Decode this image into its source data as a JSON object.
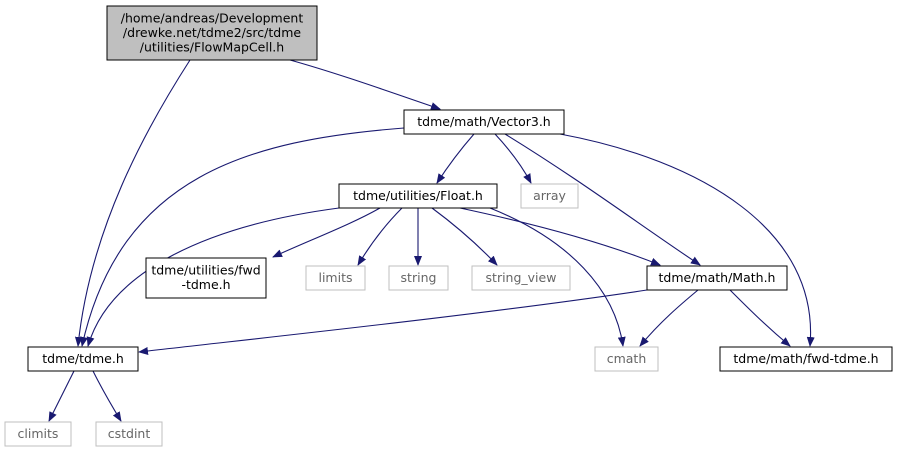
{
  "colors": {
    "edge": "#191970",
    "root_fill": "#bfbfbf",
    "node_border": "#000000",
    "external_border": "#bfbfbf",
    "external_text": "#666666",
    "text": "#000000"
  },
  "nodes": [
    {
      "id": "root",
      "lines": [
        "/home/andreas/Development",
        "/drewke.net/tdme2/src/tdme",
        "/utilities/FlowMapCell.h"
      ],
      "kind": "root"
    },
    {
      "id": "vector3",
      "lines": [
        "tdme/math/Vector3.h"
      ],
      "kind": "local"
    },
    {
      "id": "float",
      "lines": [
        "tdme/utilities/Float.h"
      ],
      "kind": "local"
    },
    {
      "id": "array",
      "lines": [
        "array"
      ],
      "kind": "external"
    },
    {
      "id": "fwd_utilities",
      "lines": [
        "tdme/utilities/fwd",
        "-tdme.h"
      ],
      "kind": "local"
    },
    {
      "id": "limits",
      "lines": [
        "limits"
      ],
      "kind": "external"
    },
    {
      "id": "string",
      "lines": [
        "string"
      ],
      "kind": "external"
    },
    {
      "id": "string_view",
      "lines": [
        "string_view"
      ],
      "kind": "external"
    },
    {
      "id": "math",
      "lines": [
        "tdme/math/Math.h"
      ],
      "kind": "local"
    },
    {
      "id": "tdme",
      "lines": [
        "tdme/tdme.h"
      ],
      "kind": "local"
    },
    {
      "id": "cmath",
      "lines": [
        "cmath"
      ],
      "kind": "external"
    },
    {
      "id": "fwd_math",
      "lines": [
        "tdme/math/fwd-tdme.h"
      ],
      "kind": "local"
    },
    {
      "id": "climits",
      "lines": [
        "climits"
      ],
      "kind": "external"
    },
    {
      "id": "cstdint",
      "lines": [
        "cstdint"
      ],
      "kind": "external"
    }
  ],
  "edges": [
    {
      "from": "root",
      "to": "vector3"
    },
    {
      "from": "root",
      "to": "tdme"
    },
    {
      "from": "vector3",
      "to": "tdme"
    },
    {
      "from": "vector3",
      "to": "float"
    },
    {
      "from": "vector3",
      "to": "array"
    },
    {
      "from": "vector3",
      "to": "math"
    },
    {
      "from": "vector3",
      "to": "fwd_math"
    },
    {
      "from": "float",
      "to": "tdme"
    },
    {
      "from": "float",
      "to": "fwd_utilities"
    },
    {
      "from": "float",
      "to": "limits"
    },
    {
      "from": "float",
      "to": "string"
    },
    {
      "from": "float",
      "to": "string_view"
    },
    {
      "from": "float",
      "to": "math"
    },
    {
      "from": "float",
      "to": "cmath"
    },
    {
      "from": "math",
      "to": "tdme"
    },
    {
      "from": "math",
      "to": "cmath"
    },
    {
      "from": "math",
      "to": "fwd_math"
    },
    {
      "from": "tdme",
      "to": "climits"
    },
    {
      "from": "tdme",
      "to": "cstdint"
    }
  ]
}
